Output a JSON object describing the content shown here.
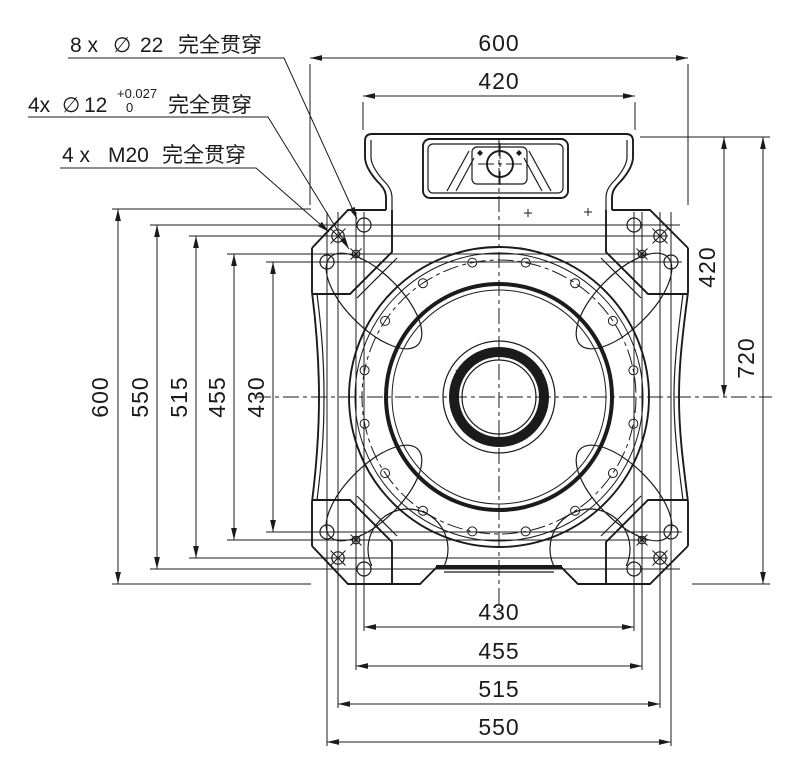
{
  "drawing": {
    "kind": "mechanical-part-front-view",
    "colors": {
      "line": "#1b1b1b",
      "background": "#ffffff"
    },
    "hole_callouts": [
      {
        "quantity": "8 x",
        "symbol": "∅",
        "size": "22",
        "note": "完全贯穿"
      },
      {
        "quantity": "4x",
        "symbol": "∅",
        "size": "12",
        "tolerance_upper": "+0.027",
        "tolerance_lower": "0",
        "note": "完全贯穿"
      },
      {
        "quantity": "4 x",
        "size": "M20",
        "note": "完全贯穿"
      }
    ],
    "dimensions": {
      "top": [
        {
          "value": "600"
        },
        {
          "value": "420"
        }
      ],
      "left": [
        {
          "value": "600"
        },
        {
          "value": "550"
        },
        {
          "value": "515"
        },
        {
          "value": "455"
        },
        {
          "value": "430"
        }
      ],
      "right": [
        {
          "value": "420"
        },
        {
          "value": "720"
        }
      ],
      "bottom": [
        {
          "value": "430"
        },
        {
          "value": "455"
        },
        {
          "value": "515"
        },
        {
          "value": "550"
        }
      ]
    }
  }
}
